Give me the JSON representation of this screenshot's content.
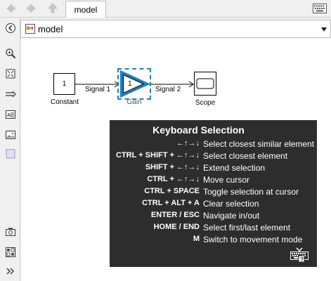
{
  "toolbar": {
    "tab_label": "model",
    "icons": [
      "back-arrow-icon",
      "forward-arrow-icon",
      "up-arrow-icon",
      "keyboard-icon"
    ]
  },
  "address": {
    "model_name": "model"
  },
  "palette": {
    "icons": [
      "hide-browser-icon",
      "zoom-icon",
      "fit-to-view-icon",
      "signal-line-icon",
      "annotation-icon",
      "image-icon",
      "area-icon",
      "camera-icon",
      "model-browser-icon",
      "more-icon"
    ]
  },
  "diagram": {
    "constant": {
      "value": "1",
      "label": "Constant"
    },
    "gain": {
      "value": "1",
      "label": "Gain"
    },
    "scope": {
      "label": "Scope"
    },
    "signal1": "Signal 1",
    "signal2": "Signal 2"
  },
  "overlay": {
    "title": "Keyboard Selection",
    "rows": [
      {
        "key": "←↑→↓",
        "desc": "Select closest similar element"
      },
      {
        "key": "CTRL + SHIFT + ←↑→↓",
        "desc": "Select closest element"
      },
      {
        "key": "SHIFT + ←↑→↓",
        "desc": "Extend selection"
      },
      {
        "key": "CTRL + ←↑→↓",
        "desc": "Move cursor"
      },
      {
        "key": "CTRL + SPACE",
        "desc": "Toggle selection at cursor"
      },
      {
        "key": "CTRL + ALT + A",
        "desc": "Clear selection"
      },
      {
        "key": "ENTER / ESC",
        "desc": "Navigate in/out"
      },
      {
        "key": "HOME / END",
        "desc": "Select first/last element"
      },
      {
        "key": "M",
        "desc": "Switch to movement mode"
      }
    ]
  },
  "colors": {
    "selection": "#1f7fc4",
    "gain_fill": "#bfe3f7",
    "overlay_bg": "#2d2d2d"
  }
}
